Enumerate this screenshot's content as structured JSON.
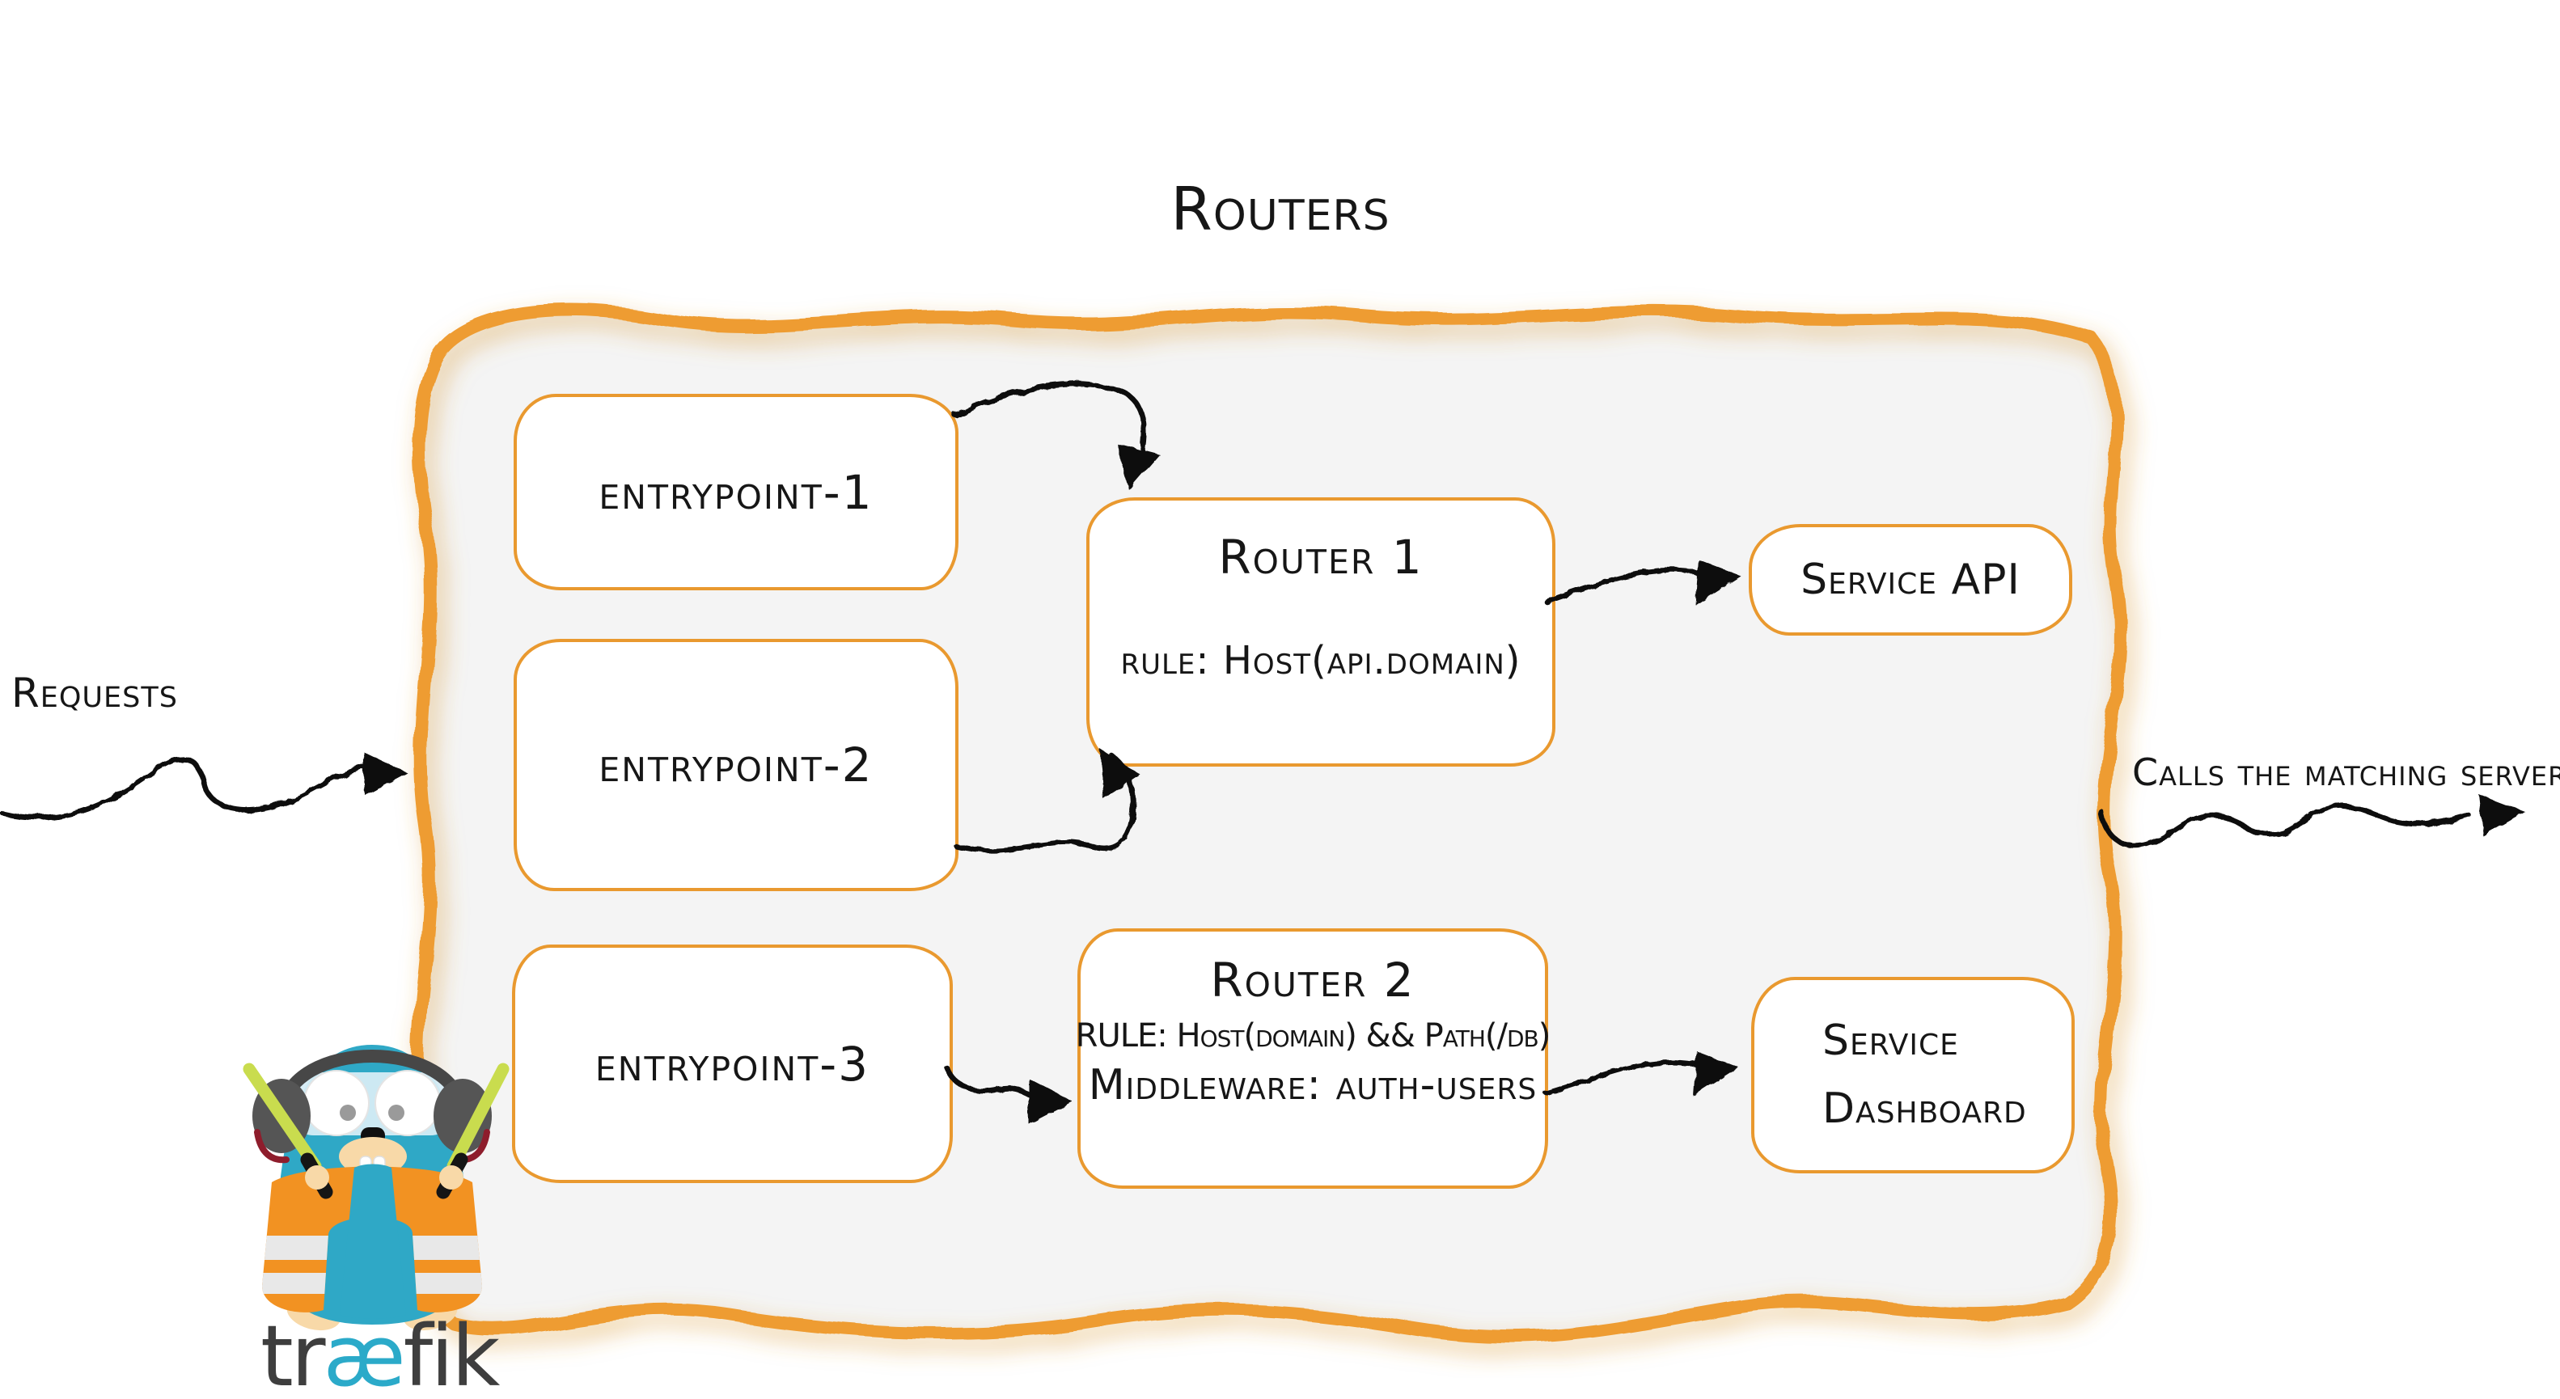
{
  "title": "Routers",
  "labels": {
    "requests": "Requests",
    "calls": "Calls the matching server"
  },
  "entrypoints": [
    {
      "label": "entrypoint-1"
    },
    {
      "label": "entrypoint-2"
    },
    {
      "label": "entrypoint-3"
    }
  ],
  "routers": [
    {
      "name": "Router 1",
      "rule": "rule: Host(api.domain)"
    },
    {
      "name": "Router 2",
      "rule": "RULE: Host(domain) && Path(/db)",
      "middleware": "Middleware: auth-users"
    }
  ],
  "services": [
    {
      "lines": [
        "Service API"
      ]
    },
    {
      "lines": [
        "Service",
        "Dashboard"
      ]
    }
  ],
  "connections": [
    {
      "from": "Requests",
      "to": "routers-area"
    },
    {
      "from": "entrypoint-1",
      "to": "Router 1"
    },
    {
      "from": "entrypoint-2",
      "to": "Router 1"
    },
    {
      "from": "entrypoint-3",
      "to": "Router 2"
    },
    {
      "from": "Router 1",
      "to": "Service API"
    },
    {
      "from": "Router 2",
      "to": "Service Dashboard"
    },
    {
      "from": "routers-area",
      "to": "Calls the matching server"
    }
  ],
  "logo": {
    "name": "traefik-gopher-mascot",
    "wordmark": [
      {
        "text": "tr",
        "color": "#3E3E3E"
      },
      {
        "text": "æ",
        "color": "#2BAAC9"
      },
      {
        "text": "fik",
        "color": "#3E3E3E"
      }
    ]
  },
  "colors": {
    "frame_orange": "#EE9C31",
    "box_border_orange": "#E9992F",
    "frame_fill_gray": "#F4F4F4",
    "ink": "#161616",
    "gopher_blue": "#2FA8C6",
    "vest_orange": "#F29222",
    "baton_green": "#C9DC4E",
    "headphone_gray": "#4A4A4A",
    "headphone_red": "#8E1D2C"
  }
}
